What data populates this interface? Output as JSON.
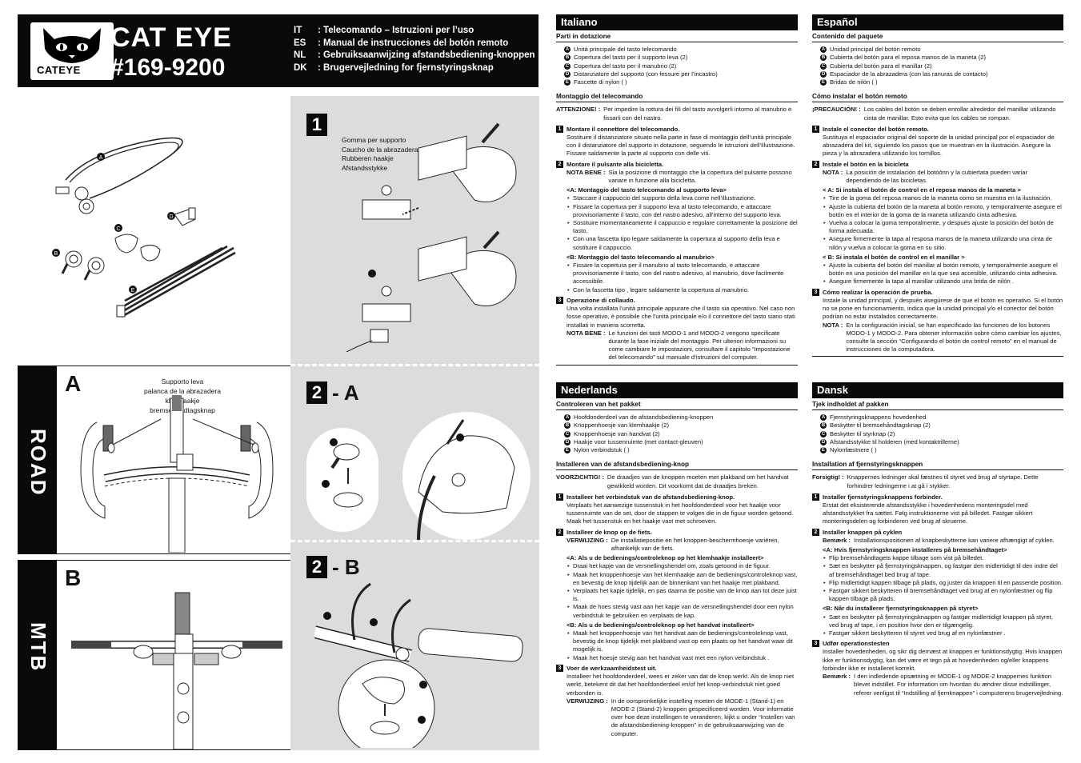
{
  "header": {
    "logo_word": "CATEYE",
    "brand": "CAT EYE",
    "model": "#169-9200",
    "languages": [
      {
        "code": "IT",
        "title": ": Telecomando – Istruzioni per l’uso"
      },
      {
        "code": "ES",
        "title": ": Manual de instrucciones del botón remoto"
      },
      {
        "code": "NL",
        "title": ": Gebruiksaanwijzing afstandsbediening-knoppen"
      },
      {
        "code": "DK",
        "title": ": Brugervejledning for fjernstyringsknap"
      }
    ]
  },
  "parts_labels": [
    "A",
    "B",
    "C",
    "D",
    "E"
  ],
  "road": {
    "side": "ROAD",
    "letter": "A",
    "label_lines": [
      "Supporto leva",
      "palanca de la abrazadera",
      "klemhaakje",
      "bremsehåndtagsknap"
    ]
  },
  "mtb": {
    "side": "MTB",
    "letter": "B"
  },
  "install": {
    "step1": "1",
    "step1_labels": [
      "Gomma per supporto",
      "Caucho de la abrazadera",
      "Rubberen haakje",
      "Afstandsstykke"
    ],
    "step2a_num": "2",
    "step2a_txt": "- A",
    "step2b_num": "2",
    "step2b_txt": "- B"
  },
  "it": {
    "lang": "Italiano",
    "parts_h": "Parti in dotazione",
    "parts": [
      {
        "k": "A",
        "t": "Unità principale del tasto telecomando"
      },
      {
        "k": "B",
        "t": "Copertura del tasto per il supporto leva (2)"
      },
      {
        "k": "C",
        "t": "Copertura del tasto per il manubrio (2)"
      },
      {
        "k": "D",
        "t": "Distanziatore del supporto (con fessure per l’incastro)"
      },
      {
        "k": "E",
        "t": "Fascette di nylon (  )"
      }
    ],
    "mount_h": "Montaggio del telecomando",
    "warn_k": "ATTENZIONE! :",
    "warn_t": "Per impedire la rottura dei fili del tasto avvolgerli intorno al manubrio e fissarli con del nastro.",
    "s1_h": "Montare il connettore del telecomando.",
    "s1_t": "Sostituire il distanziatore situato nella parte in fase di montaggio dell’unità principale con il distanziatore del supporto in dotazione, seguendo le istruzioni dell’illustrazione. Fissare saldamente la parte al supporto con delle viti.",
    "s2_h": "Montare il pulsante alla bicicletta.",
    "s2_nk": "NOTA BENE :",
    "s2_nt": "Sia la posizione di montaggio che la copertura del pulsante possono variare in funzione alla bicicletta.",
    "s2_a": "<A: Montaggio del tasto telecomando al supporto leva>",
    "s2_ab": [
      "Staccare il cappuccio del supporto della leva come nell’illustrazione.",
      "Fissare la copertura per il supporto leva al tasto telecomando, e attaccare provvisoriamente il tasto, con del nastro adesivo, all’interno del supporto leva.",
      "Sostituire momentaneamente il cappuccio e regolare correttamente la posizione del tasto.",
      "Con una fascetta tipo  legare saldamente la copertura  al supporto della leva e sostituire il cappuccio."
    ],
    "s2_b": "<B: Montaggio del tasto telecomando al manubrio>",
    "s2_bb": [
      "Fissare la copertura per il manubrio  al tasto telecomando, e attaccare provvisoriamente il tasto, con del nastro adesivo, al manubrio, dove facilmente accessibile.",
      "Con la fascetta tipo , legare saldamente la copertura  al manubrio."
    ],
    "s3_h": "Operazione di collaudo.",
    "s3_t": "Una volta installata l’unità principale appurare che il tasto sia operativo. Nel caso non fosse operativo, è possibile che l’unità principale e/o il connettore del tasto siano stati installati in maniera scorretta.",
    "s3_nk": "NOTA BENE :",
    "s3_nt": "Le funzioni dei tasti  MODO-1 and MODO-2 vengono specificate durante la fase iniziale del montaggio. Per ulteriori informazioni su come cambiare le impostazioni, consultare il capitolo “Impostazione del telecomando” sul manuale d’istruzioni del computer."
  },
  "nl": {
    "lang": "Nederlands",
    "parts_h": "Controleren van het pakket",
    "parts": [
      {
        "k": "A",
        "t": "Hoofdonderdeel van de afstandsbediening-knoppen"
      },
      {
        "k": "B",
        "t": "Knoppenhoesje van klemhaakje (2)"
      },
      {
        "k": "C",
        "t": "Knoppenhoesje van handvat (2)"
      },
      {
        "k": "D",
        "t": "Haakje voor tussenruimte (met contact-gleuven)"
      },
      {
        "k": "E",
        "t": "Nylon verbindstuk (  )"
      }
    ],
    "mount_h": "Installeren van de afstandsbediening-knop",
    "warn_k": "VOORZICHTIG! :",
    "warn_t": "De draadjes van de knoppen moeten met plakband om het handvat gewikkeld worden. Dit voorkomt dat de draadjes breken.",
    "s1_h": "Installeer het verbindstuk van de afstandsbediening-knop.",
    "s1_t": "Verplaats het aanwezige tussenstuk in het hoofdonderdeel voor het haakje voor tussenruimte  van de set, door de stappen te volgen die in de figuur worden getoond. Maak het tussenstuk en het haakje vast met schroeven.",
    "s2_h": "Installeer de knop op de fiets.",
    "s2_nk": "VERWIJZING :",
    "s2_nt": "De installatiepositie en het knoppen-beschermhoesje variëren, afhankelijk van de fiets.",
    "s2_a": "<A: Als u de bedienings/controleknop op het klemhaakje installeert>",
    "s2_ab": [
      "Draai het kapje van de versnellingshendel om, zoals getoond in de figuur.",
      "Maak het knoppenhoesje van het klemhaakje  aan de bedienings/controleknop vast, en bevestig de knop tijdelijk aan de binnenkant van het haakje met plakband.",
      "Verplaats het kapje tijdelijk, en pas daarna de positie van de knop aan tot deze juist is.",
      "Maak de hoes  stevig vast aan het kapje van de versnellingshendel door een nylon verbindstuk  te gebruiken en verplaats de kap."
    ],
    "s2_b": "<B: Als u de bedienings/controleknop op het handvat installeert>",
    "s2_bb": [
      "Maak het knoppenhoesje van het handvat  aan de bedienings/controleknop vast, bevestig de knop tijdelijk met plakband vast op een plaats op het handvat waar dit mogelijk is.",
      "Maak het hoesje  stevig aan het handvat vast met een nylon verbindstuk ."
    ],
    "s3_h": "Voer de werkzaamheidstest uit.",
    "s3_t": "Installeer het hoofdonderdeel, wees er zeker van dat de knop werkt. Als de knop niet werkt, betekent dit dat het hoofdonderdeel en/of het knop-verbindstuk niet goed verbonden is.",
    "s3_nk": "VERWIJZING :",
    "s3_nt": "In de oorspronkelijke instelling moeten de MODE-1 (Stand-1) en MODE-2 (Stand-2) knoppen gespecificeerd worden. Voor informatie over hoe deze instellingen te veranderen, kijkt u onder “Instellen van de afstandsbediening-knoppen” in de gebruiksaanwijzing van de computer."
  },
  "es": {
    "lang": "Español",
    "parts_h": "Contenido del paquete",
    "parts": [
      {
        "k": "A",
        "t": "Unidad principal del botón remoto"
      },
      {
        "k": "B",
        "t": "Cubierta del botón para el reposa manos de la maneta (2)"
      },
      {
        "k": "C",
        "t": "Cubierta del botón para el manillar (2)"
      },
      {
        "k": "D",
        "t": "Espaciador de la abrazadera (con las ranuras de contacto)"
      },
      {
        "k": "E",
        "t": "Bridas de nilón (  )"
      }
    ],
    "mount_h": "Cómo instalar el botón remoto",
    "warn_k": "¡PRECAUCIÓN! :",
    "warn_t": "Los cables del botón se deben enrollar alrededor del manillar utilizando cinta de manillar.  Esto evita que los cables se rompan.",
    "s1_h": "Instale el conector del botón remoto.",
    "s1_t": "Sustituya el espaciador original del soporte de la unidad principal por el espaciador de abrazadera  del kit, siguiendo los pasos que se muestran en la ilustración. Asegure la pieza y la abrazadera utilizando los tornillos.",
    "s2_h": "Instale el botón en la bicicleta",
    "s2_nk": "NOTA :",
    "s2_nt": "La posición de instalación del botóónn y la cubiertata pueden variar dependiendo de las bicicletas.",
    "s2_a": "< A: Si instala el botón de control en el reposa manos de la maneta >",
    "s2_ab": [
      "Tire de la goma del reposa manos de la maneta como se muestra en la ilustración.",
      "Ajuste la cubierta del botón de la maneta  al botón remoto, y temporalmente asegure el botón en el interior de la goma de la maneta utilizando cinta adhesiva.",
      "Vuelva a colocar la goma temporalmente, y después ajuste la posición del botón de forma adecuada.",
      "Asegure firmemente la tapa   al resposa manos de la maneta utilizando una cinta de nilón  y vuelva a colocar la goma en su sitio."
    ],
    "s2_b": "< B: Si instala el botón de control en el manillar >",
    "s2_bb": [
      "Ajuste la cubierta del botón del manillar  al botón remoto, y temporalmente asegure el botón en una posición del manillar en la que sea accesible, utilizando cinta adhesiva.",
      "Asegure firmemente la tapa  al manillar utilizando una brida de nilón ."
    ],
    "s3_h": "Cómo realizar la operación de prueba.",
    "s3_t": "Instale la unidad principal, y después asegúrese de que el botón es operativo. Si el botón no se pone en funcionamiento, indica que la unidad principal y/o el conector del botón podrían no estar instalados correctamente.",
    "s3_nk": "NOTA :",
    "s3_nt": "En la configuración inicial, se han especificado las funciones de los botones MODO-1 y MODO-2. Para obtener información sobre cómo cambiar los ajustes, consulte la sección “Configurando el botón de control remoto” en el manual de instrucciones de la computadora."
  },
  "dk": {
    "lang": "Dansk",
    "parts_h": "Tjek indholdet af pakken",
    "parts": [
      {
        "k": "A",
        "t": "Fjernstyringsknappens hovedenhed"
      },
      {
        "k": "B",
        "t": "Beskytter til bremsehåndtagsknap (2)"
      },
      {
        "k": "C",
        "t": "Beskytter til styrknap (2)"
      },
      {
        "k": "D",
        "t": "Afstandsstykke til holderen (med kontaktrillerne)"
      },
      {
        "k": "E",
        "t": "Nylonfæstnere (  )"
      }
    ],
    "mount_h": "Installation af fjernstyringsknappen",
    "warn_k": "Forsigtig! :",
    "warn_t": "Knappernes ledninger skal fæstnes til styret ved brug af styrtape. Dette forhindrer ledningerne i at gå i stykker.",
    "s1_h": "Installer fjernstyringsknappens forbinder.",
    "s1_t": "Erstat det eksisterende afstandsstykke i hovedenhedens monteringsdel med afstandsstykket  fra sættet. Følg instruktionerne vist på billedet. Fastgør sikkert monteringsdelen og forbinderen ved brug af skruerne.",
    "s2_h": "Installer knappen på cyklen",
    "s2_nk": "Bemærk :",
    "s2_nt": "Installationspositionen af knapbeskytterne kan variere afhængigt af cyklen.",
    "s2_a": "<A: Hvis fjernstyringsknappen installeres på bremsehåndtaget>",
    "s2_ab": [
      "Flip bremsehåndtagets kappe tilbage som vist på billedet.",
      "Sæt en beskytter  på fjernstyringsknappen, og fastgør den midlertidigt til den indre del af bremsehåndtaget bed brug af tape.",
      "Flip midlertidigt kappen tilbage på plads, og juster da knappen til en passende position.",
      "Fastgør sikkert beskytteren  til bremsehåndtaget ved brug af en nylonfæstner  og flip kappen tilbage på plads."
    ],
    "s2_b": "<B: Når du installerer fjernstyringsknappen på styret>",
    "s2_bb": [
      "Sæt en beskytter  på fjernstyringsknappen og fastgør midlertidigt knappen på styret,  ved brug af tape, i en position hvor den er tilgængelig.",
      "Fastgør sikkert beskytteren  til styret ved brug af en nylonfæstner ."
    ],
    "s3_h": "Udfør operationstesten",
    "s3_t": "Installer hovedenheden, og sikr dig dernæst at knappen er funktionsdygtig. Hvis knappen ikke er funktionsdygtig, kan det være et tegn på at hovedenheden og/eller knappens forbinder ikke er installeret korrekt.",
    "s3_nk": "Bemærk :",
    "s3_nt": "I den indledende opsætning er MODE-1 og MODE-2 knappernes funktion blevet indstillet. For information om hvordan du ændrer disse indstillinger, referer venligst til “Indstilling af fjernknappen” i computerens brugervejledning."
  }
}
